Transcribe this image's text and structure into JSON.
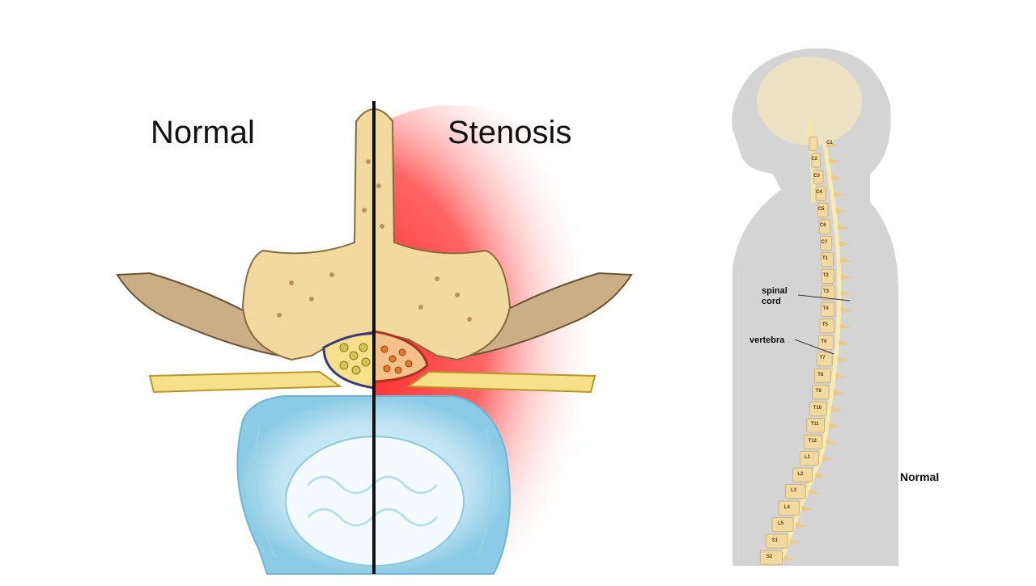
{
  "labels": {
    "normal_left": "Normal",
    "stenosis": "Stenosis",
    "normal_right": "Normal",
    "spinal_cord": "spinal cord",
    "vertebra": "vertebra"
  },
  "vertebra_labels": [
    "C1",
    "C2",
    "C3",
    "C4",
    "C5",
    "C6",
    "C7",
    "T1",
    "T2",
    "T3",
    "T4",
    "T5",
    "T6",
    "T7",
    "T8",
    "T9",
    "T10",
    "T11",
    "T12",
    "L1",
    "L2",
    "L3",
    "L4",
    "L5",
    "S1",
    "S2"
  ],
  "colors": {
    "bone": "#f2d9a0",
    "bone_outline": "#8a6a3a",
    "nerve": "#f7e08a",
    "disc": "#bfe3f2",
    "inflammation": "#ff2a2a",
    "silhouette": "#d4d4d4"
  }
}
